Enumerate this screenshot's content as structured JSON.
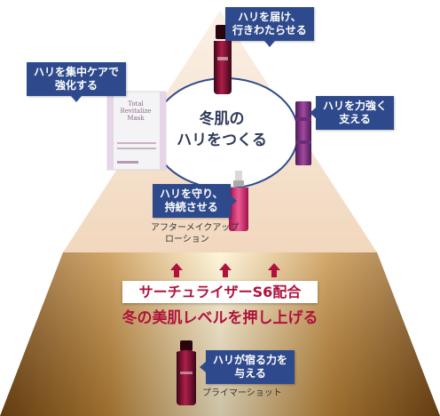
{
  "labels": {
    "top": [
      "ハリを届け、",
      "行きわたらせる"
    ],
    "left": [
      "ハリを集中ケアで",
      "強化する"
    ],
    "right": [
      "ハリを力強く",
      "支える"
    ],
    "spray": [
      "ハリを守り、",
      "持続させる"
    ],
    "primer": [
      "ハリが宿る力を",
      "与える"
    ]
  },
  "center_title": [
    "冬肌の",
    "ハリをつくる"
  ],
  "captions": {
    "after_makeup": [
      "アフターメイクアップ",
      "ローション"
    ],
    "primer_shot": "プライマーショット"
  },
  "mask_label": [
    "Total",
    "Revitalize",
    "Mask"
  ],
  "s6_text": "サーチュライザーS6配合",
  "slogan": "冬の美肌レベルを押し上げる",
  "colors": {
    "tag_bg": "#2f4a8c",
    "accent_red": "#b0123c",
    "gold": "#c58a38",
    "peach": "#f6e4d2",
    "circle": "#2f4a8c"
  }
}
